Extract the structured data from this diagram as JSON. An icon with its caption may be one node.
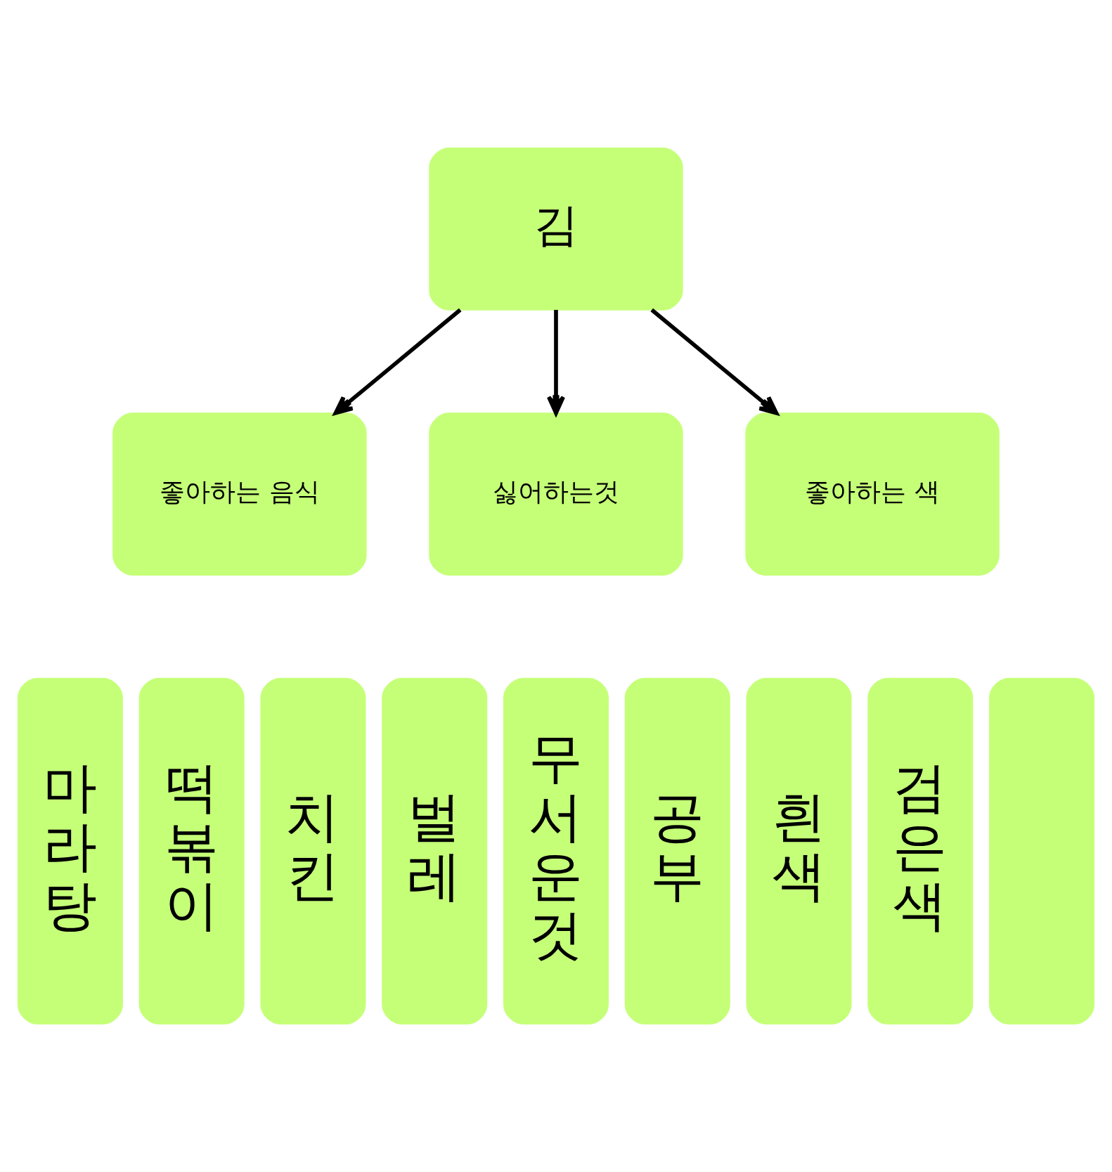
{
  "diagram": {
    "nodes": [
      {
        "text": [
          "김"
        ]
      },
      {
        "text": [
          "좋아하는 음식"
        ]
      },
      {
        "text": [
          "싫어하는것"
        ]
      },
      {
        "text": [
          "좋아하는 색"
        ]
      },
      {
        "text": [
          "마라탕"
        ]
      },
      {
        "text": [
          "떡볶이"
        ]
      },
      {
        "text": [
          "치킨"
        ]
      },
      {
        "text": [
          "벌레"
        ]
      },
      {
        "text": [
          "무서운것"
        ]
      },
      {
        "text": [
          "공부"
        ]
      },
      {
        "text": [
          "흰색"
        ]
      },
      {
        "text": [
          "검은색"
        ]
      },
      {
        "text": [],
        "shape": "box"
      }
    ],
    "edges": [
      {
        "from": 0,
        "to": 1,
        "arrow": "to"
      },
      {
        "from": 0,
        "to": 2,
        "arrow": "to"
      },
      {
        "from": 0,
        "to": 3,
        "arrow": "to"
      }
    ]
  }
}
